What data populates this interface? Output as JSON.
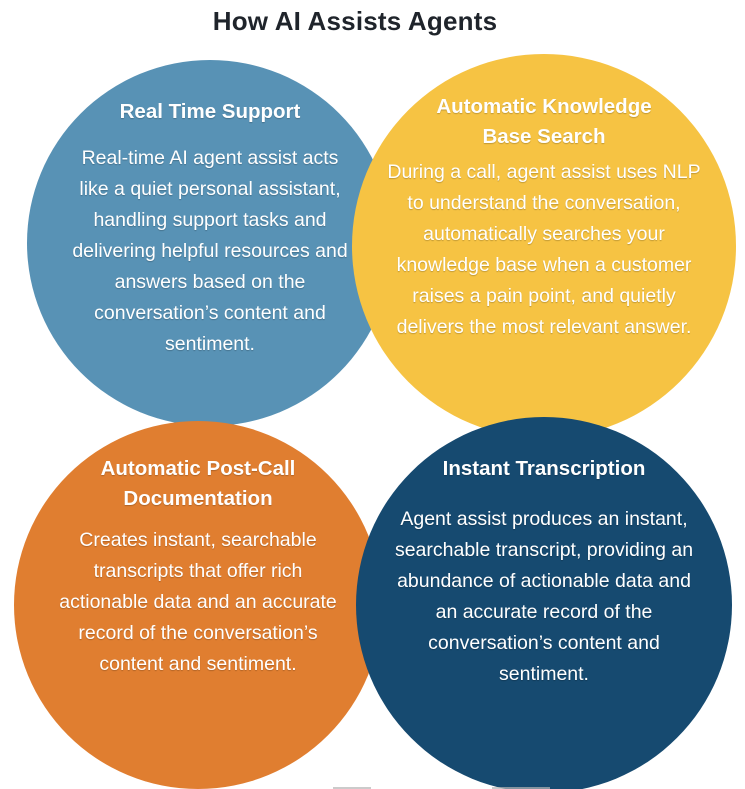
{
  "page": {
    "title": "How AI Assists Agents",
    "background": "#ffffff",
    "title_color": "#1f242b"
  },
  "circles": [
    {
      "id": "real-time-support",
      "position": "top-left",
      "color": "#5892b5",
      "text_color": "#ffffff",
      "title": "Real Time Support",
      "body": "Real-time AI agent assist acts like a quiet personal assistant, handling support tasks and delivering helpful resources and answers based on the conversation’s content and sentiment."
    },
    {
      "id": "automatic-knowledge-base-search",
      "position": "top-right",
      "color": "#f6c343",
      "text_color": "#ffffff",
      "title": "Automatic Knowledge Base Search",
      "body": "During a call, agent assist uses NLP to understand the conversation, automatically searches your knowledge base when a customer raises a pain point, and quietly delivers the most relevant answer."
    },
    {
      "id": "automatic-post-call-documentation",
      "position": "bottom-left",
      "color": "#e07e30",
      "text_color": "#ffffff",
      "title": "Automatic Post-Call Documentation",
      "body": "Creates instant, searchable transcripts that offer rich actionable data and an accurate record of the conversation’s content and sentiment."
    },
    {
      "id": "instant-transcription",
      "position": "bottom-right",
      "color": "#164a70",
      "text_color": "#ffffff",
      "title": "Instant Transcription",
      "body": "Agent assist produces an instant, searchable transcript, providing an abundance of actionable data and an accurate record of the conversation’s content and sentiment."
    }
  ]
}
